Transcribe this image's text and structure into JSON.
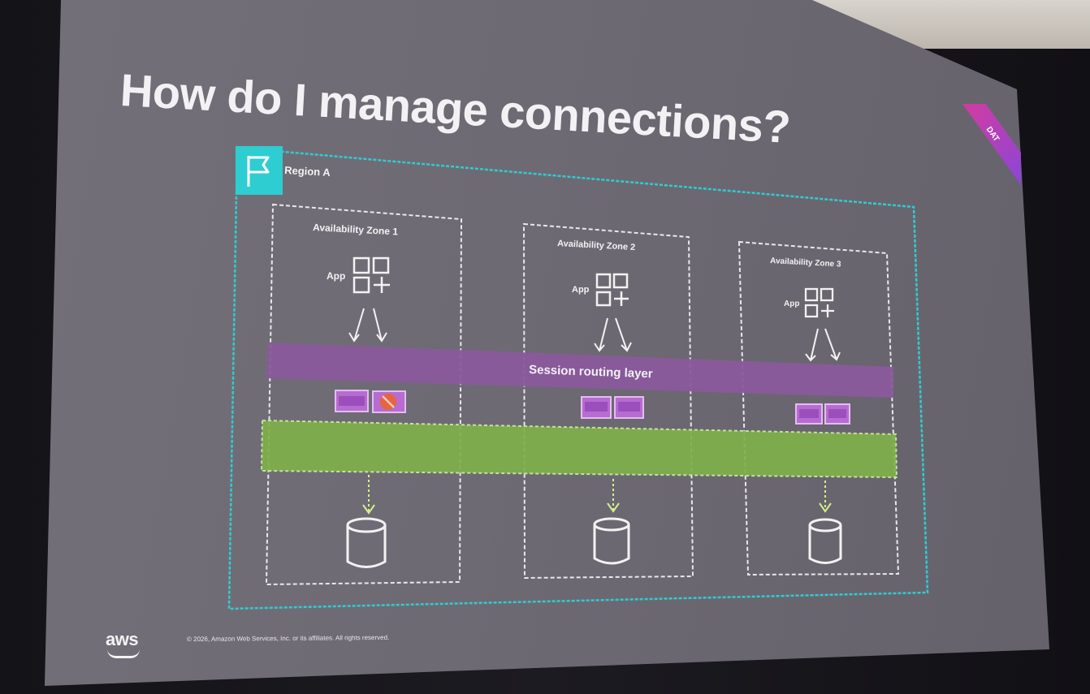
{
  "slide": {
    "title": "How do I manage connections?",
    "badge": "DAT"
  },
  "region": {
    "label": "Region A",
    "color": "#2ecdd1"
  },
  "zones": [
    {
      "label": "Availability Zone 1",
      "app_label": "App"
    },
    {
      "label": "Availability Zone 2",
      "app_label": "App"
    },
    {
      "label": "Availability Zone 3",
      "app_label": "App"
    }
  ],
  "session_layer": {
    "label": "Session routing layer",
    "color": "#8a5a9c"
  },
  "proxy_layer": {
    "color": "#7fb04a"
  },
  "footer": {
    "logo": "aws",
    "copyright": "© 2026, Amazon Web Services, Inc. or its affiliates. All rights reserved."
  }
}
